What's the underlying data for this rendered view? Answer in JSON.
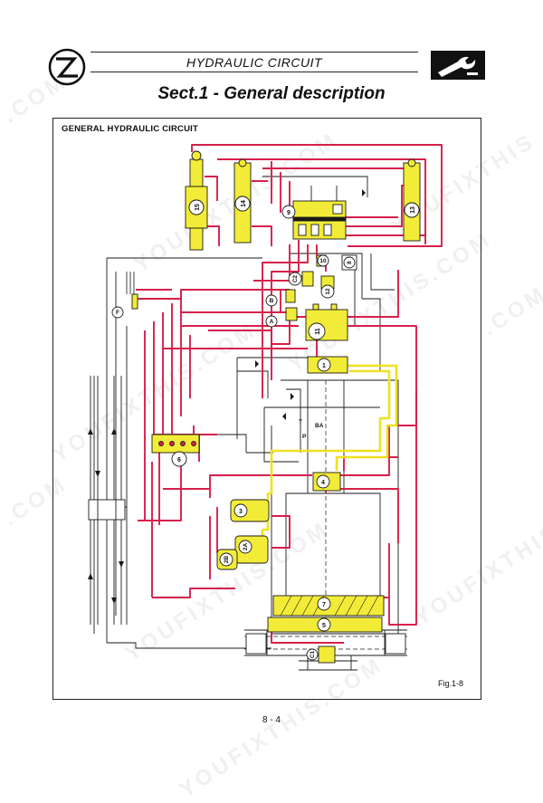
{
  "header": {
    "title": "HYDRAULIC CIRCUIT",
    "section_title": "Sect.1 - General description"
  },
  "figure": {
    "frame_title": "GENERAL HYDRAULIC CIRCUIT",
    "fig_label": "Fig.1-8",
    "components": [
      "15",
      "14",
      "13",
      "9",
      "10",
      "8",
      "C2",
      "12",
      "B",
      "A",
      "11",
      "F",
      "1",
      "6",
      "4",
      "3",
      "2A",
      "2B",
      "7",
      "5",
      "C1"
    ],
    "small_labels": [
      "P",
      "T",
      "BA"
    ]
  },
  "footer": {
    "page_number": "8 - 4"
  },
  "watermark": {
    "text": "YOUFIXTHIS.COM",
    "short": ".COM",
    "partial": "YOUFIXTHIS"
  },
  "colors": {
    "red_line": "#d6204a",
    "yellow_line": "#f0e020",
    "component_fill": "#f2ec38",
    "black_line": "#1a1a1a"
  }
}
